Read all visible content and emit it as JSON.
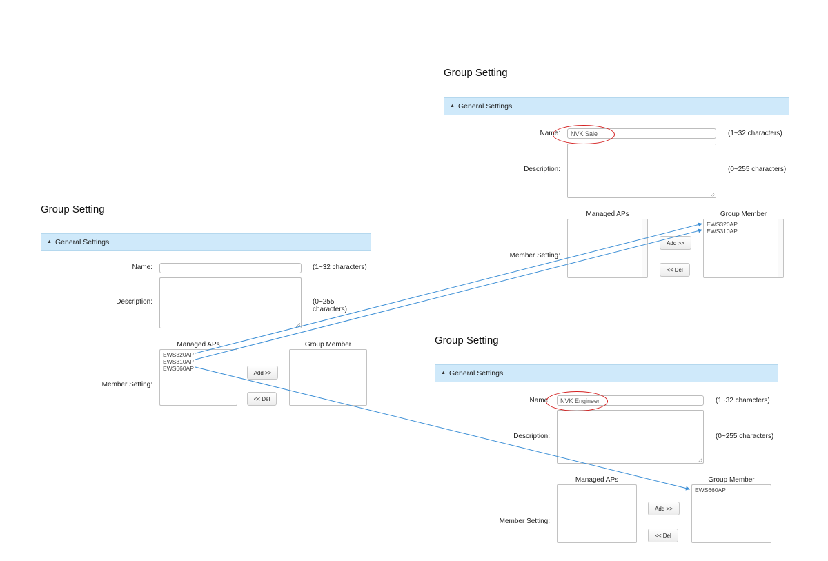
{
  "colors": {
    "header_bg": "#cfe9fa",
    "arrow": "#3c8fd6",
    "highlight": "#d42020"
  },
  "panels": [
    {
      "title": "Group Setting",
      "section": "General Settings",
      "name_label": "Name:",
      "name_value": "",
      "name_hint": "(1~32 characters)",
      "description_label": "Description:",
      "description_hint": "(0~255 characters)",
      "member_label": "Member Setting:",
      "managed_label": "Managed APs",
      "member_col_label": "Group Member",
      "managed": [
        "EWS320AP",
        "EWS310AP",
        "EWS660AP"
      ],
      "members": [],
      "add_label": "Add >>",
      "del_label": "<< Del"
    },
    {
      "title": "Group Setting",
      "section": "General Settings",
      "name_label": "Name:",
      "name_value": "NVK Sale",
      "name_hint": "(1~32 characters)",
      "description_label": "Description:",
      "description_hint": "(0~255 characters)",
      "member_label": "Member Setting:",
      "managed_label": "Managed APs",
      "member_col_label": "Group Member",
      "managed": [],
      "members": [
        "EWS320AP",
        "EWS310AP"
      ],
      "add_label": "Add >>",
      "del_label": "<< Del"
    },
    {
      "title": "Group Setting",
      "section": "General Settings",
      "name_label": "Name:",
      "name_value": "NVK Engineer",
      "name_hint": "(1~32 characters)",
      "description_label": "Description:",
      "description_hint": "(0~255 characters)",
      "member_label": "Member Setting:",
      "managed_label": "Managed APs",
      "member_col_label": "Group Member",
      "managed": [],
      "members": [
        "EWS660AP"
      ],
      "add_label": "Add >>",
      "del_label": "<< Del"
    }
  ]
}
